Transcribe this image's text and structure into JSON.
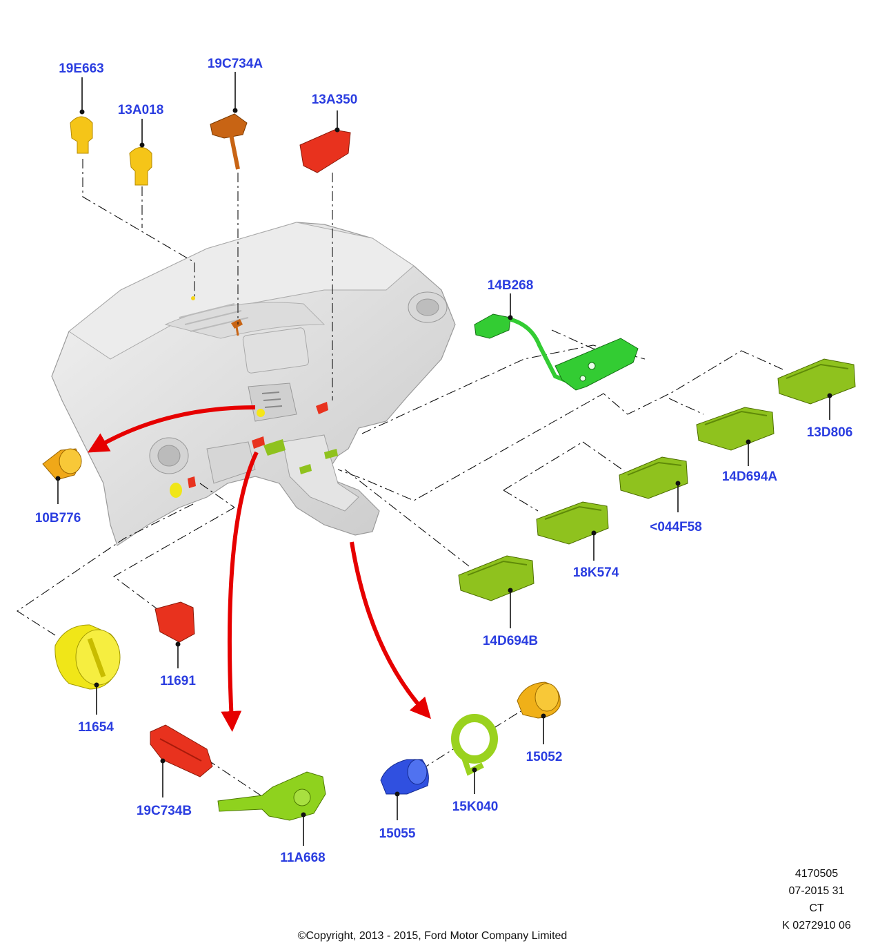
{
  "parts": [
    {
      "id": "p19E663",
      "label": "19E663",
      "color": "#f5c518"
    },
    {
      "id": "p13A018",
      "label": "13A018",
      "color": "#f5c518"
    },
    {
      "id": "p19C734A",
      "label": "19C734A",
      "color": "#c86414"
    },
    {
      "id": "p13A350",
      "label": "13A350",
      "color": "#e8321e"
    },
    {
      "id": "p14B268",
      "label": "14B268",
      "color": "#33cc33"
    },
    {
      "id": "p13D806",
      "label": "13D806",
      "color": "#8fc21e"
    },
    {
      "id": "p14D694A",
      "label": "14D694A",
      "color": "#8fc21e"
    },
    {
      "id": "p044F58",
      "label": "<044F58",
      "color": "#8fc21e"
    },
    {
      "id": "p18K574",
      "label": "18K574",
      "color": "#8fc21e"
    },
    {
      "id": "p14D694B",
      "label": "14D694B",
      "color": "#8fc21e"
    },
    {
      "id": "p10B776",
      "label": "10B776",
      "color": "#f0a818"
    },
    {
      "id": "p11654",
      "label": "11654",
      "color": "#f0e618"
    },
    {
      "id": "p11691",
      "label": "11691",
      "color": "#e8321e"
    },
    {
      "id": "p19C734B",
      "label": "19C734B",
      "color": "#e8321e"
    },
    {
      "id": "p11A668",
      "label": "11A668",
      "color": "#8fd21e"
    },
    {
      "id": "p15055",
      "label": "15055",
      "color": "#3050e0"
    },
    {
      "id": "p15K040",
      "label": "15K040",
      "color": "#9ad21e"
    },
    {
      "id": "p15052",
      "label": "15052",
      "color": "#f0b018"
    }
  ],
  "footer": {
    "ref_line1": "4170505",
    "ref_line2": "07-2015 31",
    "ref_line3": "CT",
    "ref_line4": "K 0272910 06",
    "copyright": "©Copyright, 2013 - 2015, Ford Motor Company Limited"
  }
}
